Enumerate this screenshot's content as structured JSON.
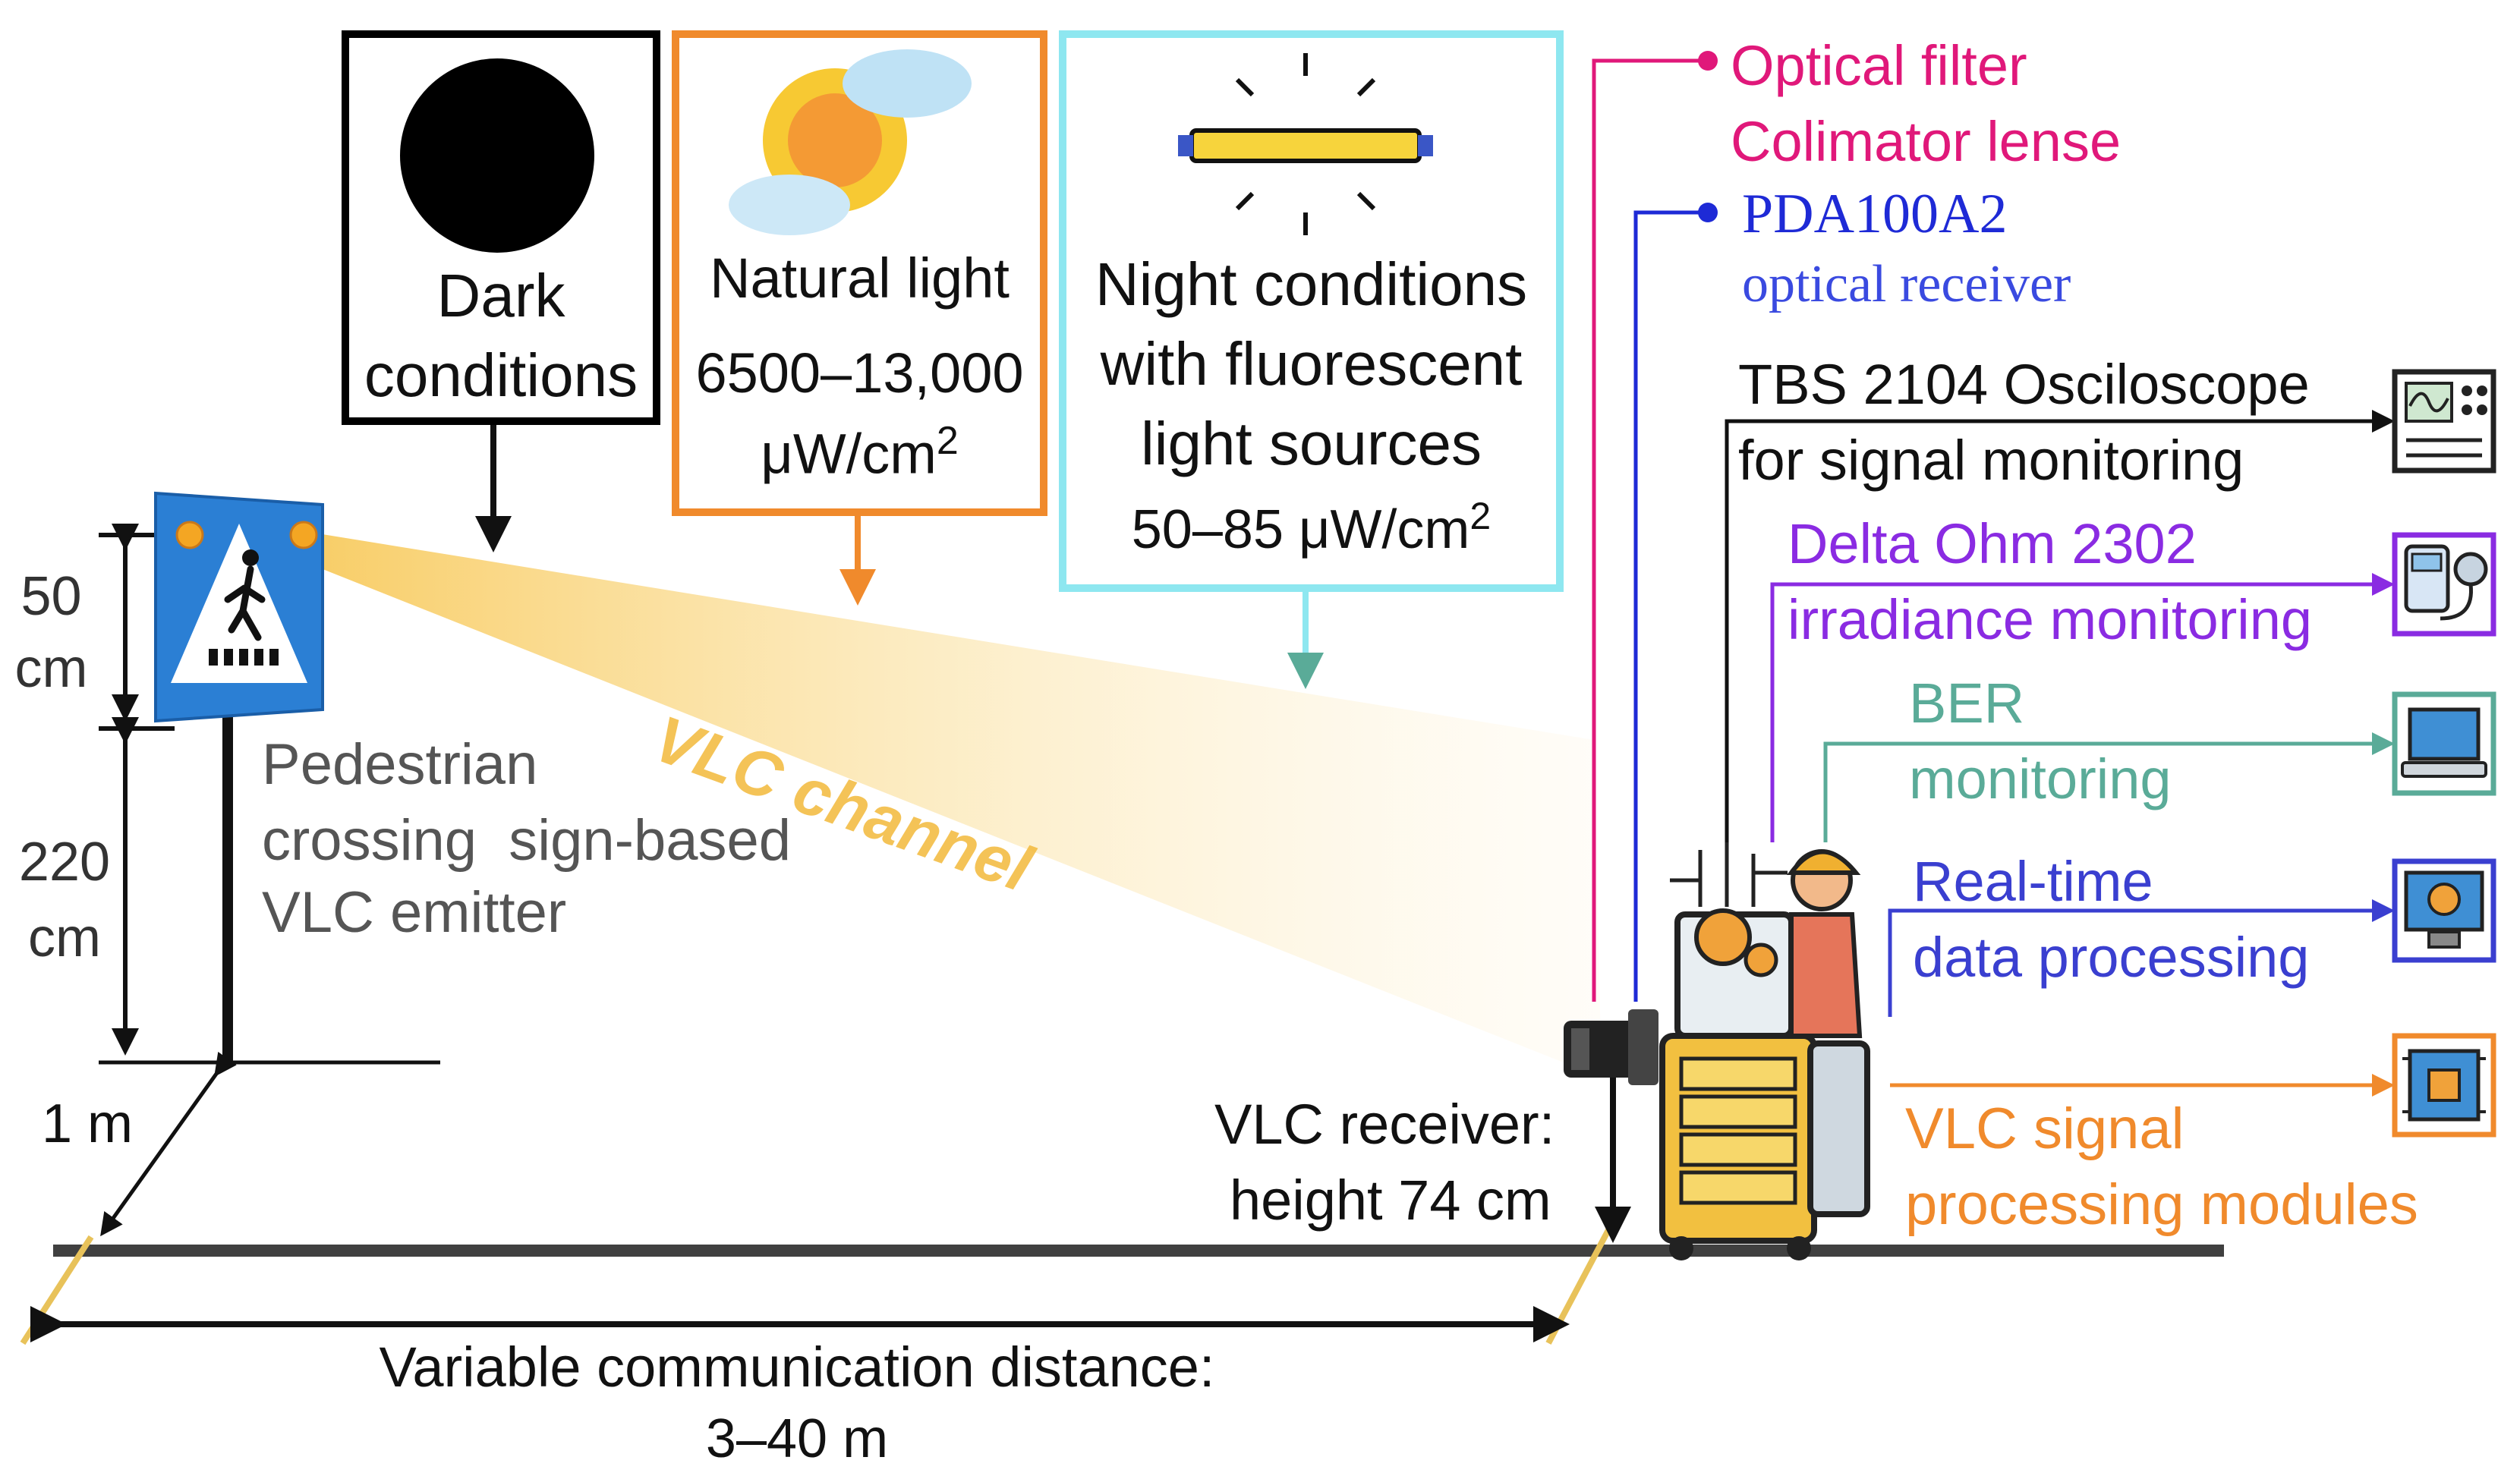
{
  "conditions": {
    "dark": {
      "line1": "Dark",
      "line2": "conditions",
      "color": "#000000"
    },
    "natural": {
      "line1": "Natural light",
      "value": "6500–13,000",
      "unit_base": "μW/cm",
      "unit_sup": "2",
      "color": "#f08a2c"
    },
    "night": {
      "line1": "Night conditions",
      "line2": "with fluorescent",
      "line3": "light sources",
      "value_base": "50–85 μW/cm",
      "value_sup": "2",
      "color": "#8ee7f0"
    }
  },
  "emitter": {
    "sign_height": {
      "value": "50",
      "unit": "cm"
    },
    "pole_height": {
      "value": "220",
      "unit": "cm"
    },
    "side_offset": "1 m",
    "label_line1": "Pedestrian",
    "label_line2": "crossing  sign-based",
    "label_line3": "VLC emitter",
    "sign_color": "#2b7fd4"
  },
  "channel": {
    "label": "VLC channel",
    "color": "#f7c44a"
  },
  "receiver": {
    "label_line1": "VLC receiver:",
    "label_line2": "height 74 cm"
  },
  "distance": {
    "line1": "Variable communication distance:",
    "line2": "3–40 m"
  },
  "callouts": {
    "filter": {
      "line1": "Optical filter",
      "line2": "Colimator lense",
      "color": "#e0187a"
    },
    "receiver_model": {
      "line1": "PDA100A2",
      "line2": "optical receiver",
      "color": "#1e2ad6"
    }
  },
  "modules": [
    {
      "id": "oscilloscope",
      "line1": "TBS 2104 Osciloscope",
      "line2": "for signal monitoring",
      "color": "#111111",
      "icon": "oscilloscope-icon"
    },
    {
      "id": "irradiance",
      "line1": "Delta Ohm 2302",
      "line2": "irradiance monitoring",
      "color": "#8a2be2",
      "icon": "light-meter-icon"
    },
    {
      "id": "ber",
      "line1": "BER",
      "line2": "monitoring",
      "color": "#5aab98",
      "icon": "laptop-icon"
    },
    {
      "id": "realtime",
      "line1": "Real-time",
      "line2": "data processing",
      "color": "#3a3fd0",
      "icon": "monitor-gear-icon"
    },
    {
      "id": "vlcsignal",
      "line1": "VLC signal",
      "line2": "processing modules",
      "color": "#f08a2c",
      "icon": "circuit-board-icon"
    }
  ]
}
